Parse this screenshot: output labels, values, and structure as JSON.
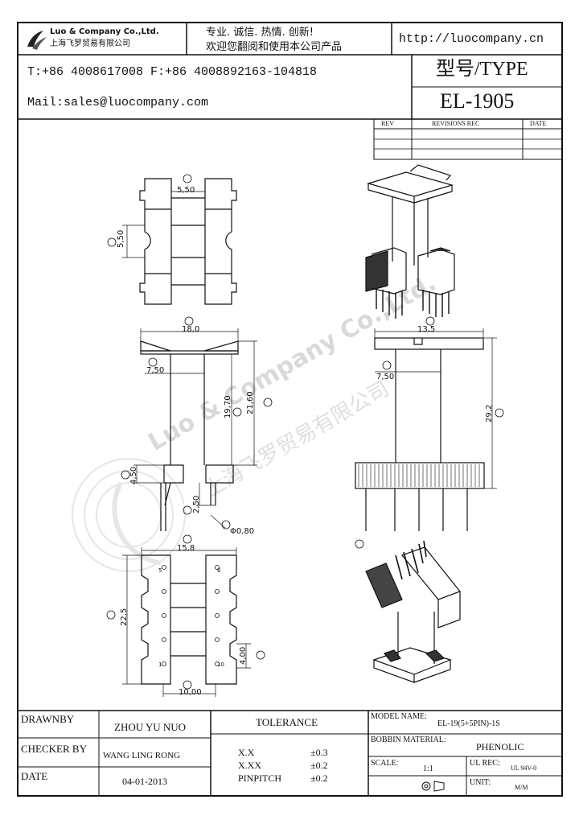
{
  "header": {
    "company_en": "Luo & Company Co.,Ltd.",
    "company_cn": "上海飞罗贸易有限公司",
    "slogan_line1": "专业. 诚信.  热情.  创新!",
    "slogan_line2": "欢迎您翻阅和使用本公司产品",
    "website": "http://luocompany.cn",
    "phone_fax": "T:+86 4008617008 F:+86 4008892163-104818",
    "mail": "Mail:sales@luocompany.com",
    "type_label": "型号/TYPE",
    "type_value": "EL-1905"
  },
  "revisions": {
    "col_rev": "REV",
    "col_rec": "REVISIONS REC",
    "col_date": "DATE"
  },
  "watermark": {
    "en": "Luo & Company Co.,Ltd.",
    "cn": "上海飞罗贸易有限公司"
  },
  "dims": {
    "top_width": "5,50",
    "top_height": "5,50",
    "front_width": "18,0",
    "front_inner": "7,50",
    "front_h1": "19,70",
    "front_h2": "21,60",
    "front_base": "4,50",
    "pin_len": "2,50",
    "pin_dia": "Φ0,80",
    "side_width": "13,5",
    "side_inner": "7,50",
    "side_height": "29,2",
    "bottom_width": "15,8",
    "bottom_height": "22,5",
    "bottom_pitch": "10,00",
    "pin_gap": "4,00",
    "pin_1": "1",
    "pin_5": "5",
    "pin_6": "6",
    "pin_10": "10"
  },
  "footer": {
    "drawnby_label": "DRAWNBY",
    "drawnby_value": "ZHOU YU NUO",
    "checker_label": "CHECKER BY",
    "checker_value": "WANG LING RONG",
    "date_label": "DATE",
    "date_value": "04-01-2013",
    "tolerance_label": "TOLERANCE",
    "tol_xx_label": "X.X",
    "tol_xx_value": "±0.3",
    "tol_xxx_label": "X.XX",
    "tol_xxx_value": "±0.2",
    "tol_pin_label": "PINPITCH",
    "tol_pin_value": "±0.2",
    "model_label": "MODEL NAME:",
    "model_value": "EL-19(5+5PIN)-1S",
    "material_label": "BOBBIN MATERIAL:",
    "material_value": "PHENOLIC",
    "scale_label": "SCALE:",
    "scale_value": "1:1",
    "ul_label": "UL REC:",
    "ul_value": "UL 94V-0",
    "unit_label": "UNIT:",
    "unit_value": "M/M"
  }
}
